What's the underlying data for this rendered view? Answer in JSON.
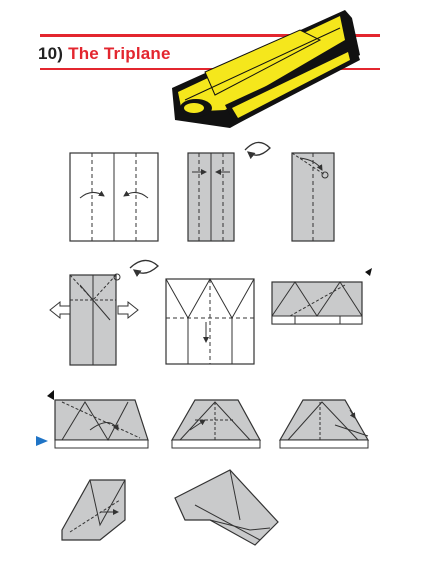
{
  "header": {
    "step_number": "10)",
    "title": "The Triplane"
  },
  "colors": {
    "accent_red": "#e3262f",
    "plane_yellow": "#f5e71c",
    "plane_black": "#111111",
    "paper_gray": "#c9cacb",
    "line_dark": "#333333"
  },
  "diagram": {
    "steps_shown": 11,
    "icons": [
      "flip-over-icon",
      "flip-over-icon",
      "next-step-marker-icon"
    ]
  }
}
